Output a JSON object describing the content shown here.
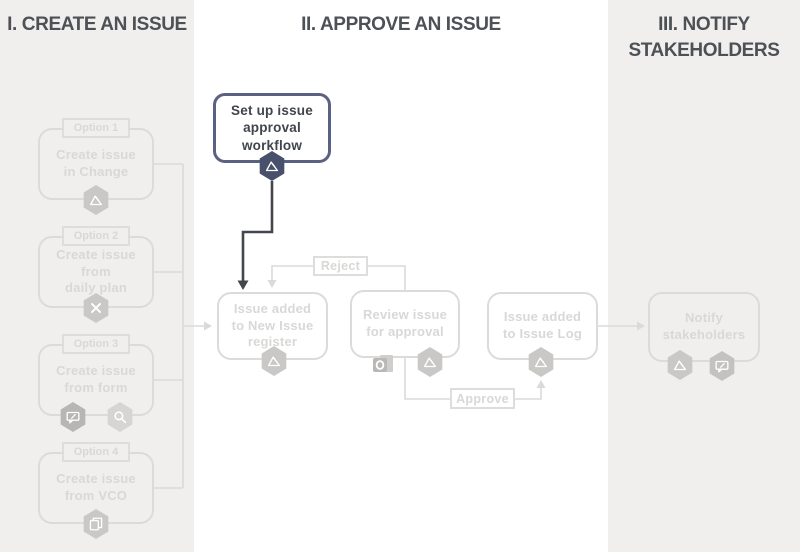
{
  "sections": [
    {
      "title": "I. CREATE AN ISSUE"
    },
    {
      "title": "II. APPROVE AN ISSUE"
    },
    {
      "title": "III. NOTIFY STAKEHOLDERS"
    }
  ],
  "options": [
    {
      "label": "Option 1",
      "text": "Create issue\nin Change",
      "icons": [
        "delta-icon"
      ]
    },
    {
      "label": "Option 2",
      "text": "Create issue\nfrom\ndaily plan",
      "icons": [
        "crossed-tools-icon"
      ]
    },
    {
      "label": "Option 3",
      "text": "Create issue\nfrom form",
      "icons": [
        "form-icon",
        "search-icon"
      ]
    },
    {
      "label": "Option 4",
      "text": "Create issue\nfrom VCO",
      "icons": [
        "copy-icon"
      ]
    }
  ],
  "steps": {
    "setup": {
      "text": "Set up issue\napproval\nworkflow",
      "state": "active",
      "icons": [
        "delta-icon"
      ]
    },
    "new_issue": {
      "text": "Issue added\nto New Issue\nregister",
      "state": "inactive",
      "icons": [
        "delta-icon"
      ]
    },
    "review": {
      "text": "Review issue\nfor approval",
      "state": "inactive",
      "icons": [
        "outlook-icon",
        "delta-icon"
      ]
    },
    "issue_log": {
      "text": "Issue added\nto Issue Log",
      "state": "inactive",
      "icons": [
        "delta-icon"
      ]
    },
    "notify": {
      "text": "Notify\nstakeholders",
      "state": "inactive",
      "icons": [
        "delta-icon",
        "form-icon"
      ]
    }
  },
  "connector_labels": {
    "reject": "Reject",
    "approve": "Approve"
  },
  "colors": {
    "column_bg": "#f0efed",
    "header_text": "#4d5156",
    "muted_line": "#dadada",
    "muted_text": "#d9d8d6",
    "active_border": "#5b6183",
    "active_text": "#41454c",
    "dark_arrow": "#43474d",
    "dark_badge": "#49506c",
    "badge_gray": "#c9c8c6"
  }
}
